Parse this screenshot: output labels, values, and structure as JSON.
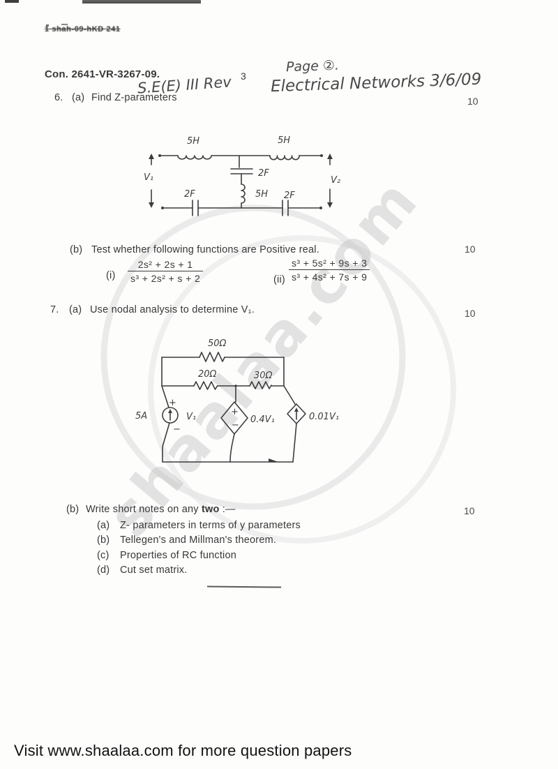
{
  "artifacts": {
    "stamp": "1 shah-09-hKD 241"
  },
  "header": {
    "exam_code": "Con. 2641-VR-3267-09.",
    "printed_page": "3",
    "hw_page": "Page ②.",
    "hw_class": "S.E(E) III Rev",
    "hw_subject": "Electrical Networks 3/6/09"
  },
  "q6": {
    "number": "6.",
    "a": {
      "label": "(a)",
      "text": "Find Z-parameters",
      "marks": "10"
    },
    "b": {
      "label": "(b)",
      "text": "Test whether following functions are Positive real.",
      "marks": "10",
      "fn": [
        {
          "label": "(i)",
          "num": "2s² + 2s + 1",
          "den": "s³ + 2s² + s + 2"
        },
        {
          "label": "(ii)",
          "num": "s³ + 5s² + 9s + 3",
          "den": "s³ + 4s² + 7s + 9"
        }
      ]
    }
  },
  "q7": {
    "number": "7.",
    "a": {
      "label": "(a)",
      "text": "Use nodal analysis to determine V₁.",
      "marks": "10"
    },
    "b": {
      "label": "(b)",
      "before": "Write short notes on any ",
      "bold": "two",
      "after": " :—",
      "marks": "10",
      "items": [
        {
          "label": "(a)",
          "text": "Z- parameters in terms of y parameters"
        },
        {
          "label": "(b)",
          "text": "Tellegen's and Millman's theorem."
        },
        {
          "label": "(c)",
          "text": "Properties of RC function"
        },
        {
          "label": "(d)",
          "text": "Cut set matrix."
        }
      ]
    }
  },
  "circuit1": {
    "top_left_inductor": "5H",
    "top_right_inductor": "5H",
    "mid_capacitor": "2F",
    "mid_inductor": "5H",
    "bottom_left_capacitor": "2F",
    "bottom_right_capacitor": "2F",
    "left_port": "V₁",
    "right_port": "V₂"
  },
  "circuit2": {
    "top_resistor": "50Ω",
    "left_resistor": "20Ω",
    "right_resistor": "30Ω",
    "source_current": "5A",
    "node_voltage": "V₁",
    "plus": "+",
    "minus": "−",
    "vcvs": "0.4V₁",
    "vccs": "0.01V₁"
  },
  "watermark": {
    "text": "shaalaa.com"
  },
  "footer": {
    "text": "Visit www.shaalaa.com for more question papers"
  }
}
